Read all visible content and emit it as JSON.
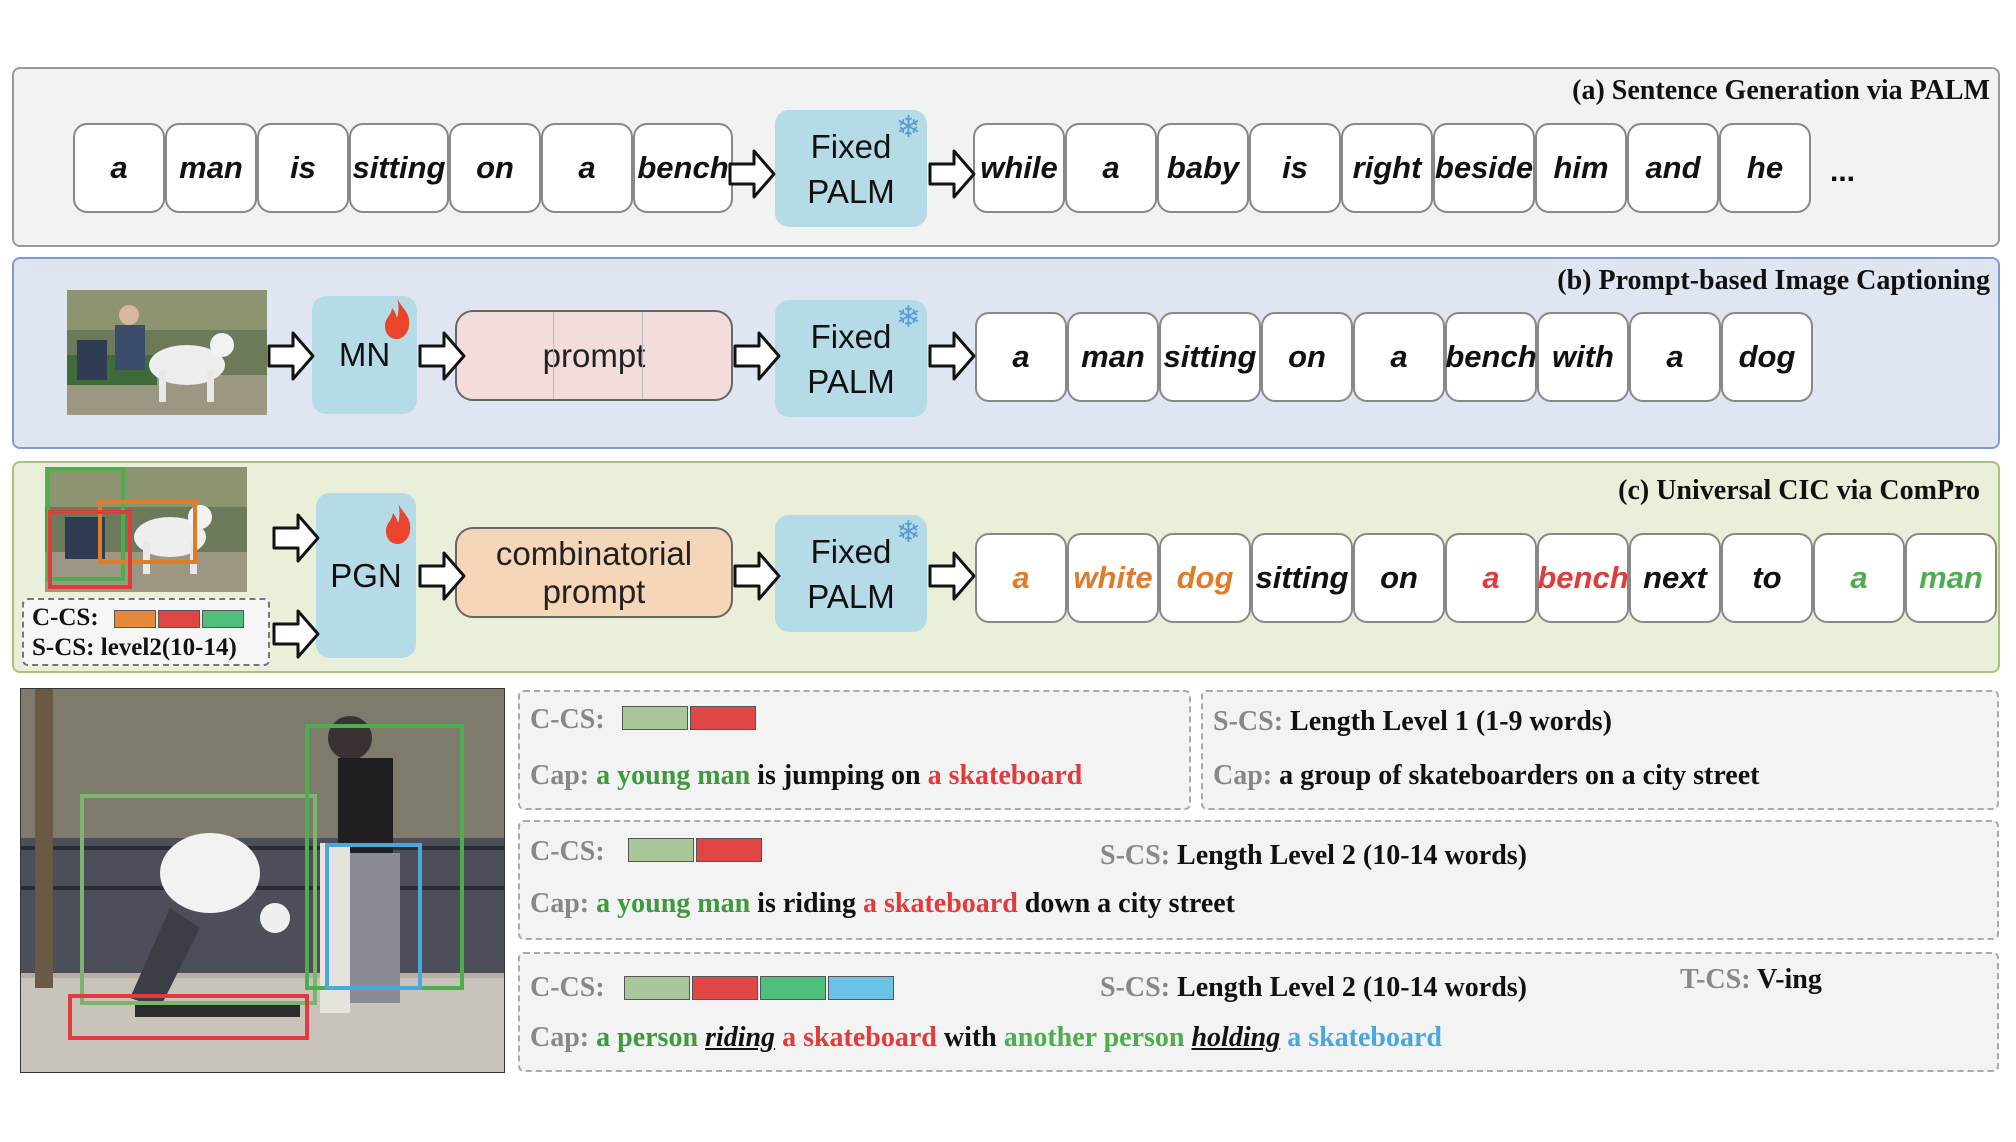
{
  "panel_a": {
    "title": "(a) Sentence Generation via PALM",
    "input_tokens": [
      "a",
      "man",
      "is",
      "sitting",
      "on",
      "a",
      "bench"
    ],
    "palm_line1": "Fixed",
    "palm_line2": "PALM",
    "output_tokens": [
      "while",
      "a",
      "baby",
      "is",
      "right",
      "beside",
      "him",
      "and",
      "he"
    ],
    "ellipsis": "..."
  },
  "panel_b": {
    "title": "(b) Prompt-based Image Captioning",
    "module": "MN",
    "prompt": "prompt",
    "palm_line1": "Fixed",
    "palm_line2": "PALM",
    "output_tokens": [
      "a",
      "man",
      "sitting",
      "on",
      "a",
      "bench",
      "with",
      "a",
      "dog"
    ]
  },
  "panel_c": {
    "title": "(c) Universal CIC via ComPro",
    "module": "PGN",
    "prompt_line1": "combinatorial",
    "prompt_line2": "prompt",
    "palm_line1": "Fixed",
    "palm_line2": "PALM",
    "ccs_label": "C-CS:",
    "scs_label": "S-CS: level2(10-14)",
    "output_tokens": [
      "a",
      "white",
      "dog",
      "sitting",
      "on",
      "a",
      "bench",
      "next",
      "to",
      "a",
      "man"
    ],
    "output_colors": [
      "#e07b2a",
      "#e07b2a",
      "#e07b2a",
      "#111111",
      "#111111",
      "#e23b3b",
      "#e23b3b",
      "#111111",
      "#111111",
      "#4cae4c",
      "#4cae4c"
    ]
  },
  "examples": {
    "ex1": {
      "ccs": "C-CS:",
      "cap": "Cap:",
      "p1": "a young man",
      "p2": "is jumping on",
      "p3": "a skateboard"
    },
    "ex2": {
      "scs": "S-CS:",
      "level": "Length Level 1 (1-9 words)",
      "cap": "Cap:",
      "text": "a group of skateboarders on a city street"
    },
    "ex3": {
      "ccs": "C-CS:",
      "scs": "S-CS:",
      "level": "Length Level 2 (10-14 words)",
      "cap": "Cap:",
      "p1": "a young man",
      "p2": "is riding",
      "p3": "a skateboard",
      "p4": "down a city street"
    },
    "ex4": {
      "ccs": "C-CS:",
      "scs": "S-CS:",
      "level": "Length Level 2 (10-14 words)",
      "tcs": "T-CS:",
      "tval": "V-ing",
      "cap": "Cap:",
      "p1": "a person",
      "p2": "riding",
      "p3": "a skateboard",
      "p4": "with",
      "p5": "another person",
      "p6": "holding",
      "p7": "a skateboard"
    }
  },
  "colors": {
    "palm_bg": "#b5dbe6",
    "panel_a_bg": "#f2f2f2",
    "panel_b_bg": "#dfe6f2",
    "panel_c_bg": "#e9efd9",
    "prompt_b_bg": "#f2dcdc",
    "prompt_c_bg": "#f6d6b8",
    "green_bar": "#a9c79a",
    "red_bar": "#e04646",
    "teal_bar": "#4fbf7e",
    "blue_bar": "#6cc3e8",
    "orange_bar": "#e7893a"
  }
}
